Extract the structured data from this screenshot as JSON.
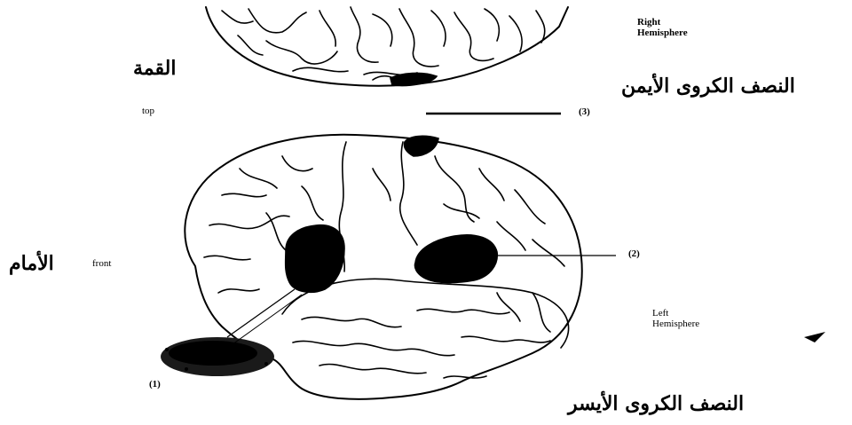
{
  "labels": {
    "top_en": "top",
    "top_ar": "القمة",
    "front_en": "front",
    "front_ar": "الأمام",
    "right_hemisphere_en_line1": "Right",
    "right_hemisphere_en_line2": "Hemisphere",
    "right_hemisphere_ar": "النصف الكروى الأيمن",
    "left_hemisphere_en_line1": "Left",
    "left_hemisphere_en_line2": "Hemisphere",
    "left_hemisphere_ar": "النصف الكروى الأيسر"
  },
  "callouts": {
    "one": "(1)",
    "two": "(2)",
    "three": "(3)"
  },
  "colors": {
    "ink": "#000000",
    "paper": "#ffffff"
  }
}
